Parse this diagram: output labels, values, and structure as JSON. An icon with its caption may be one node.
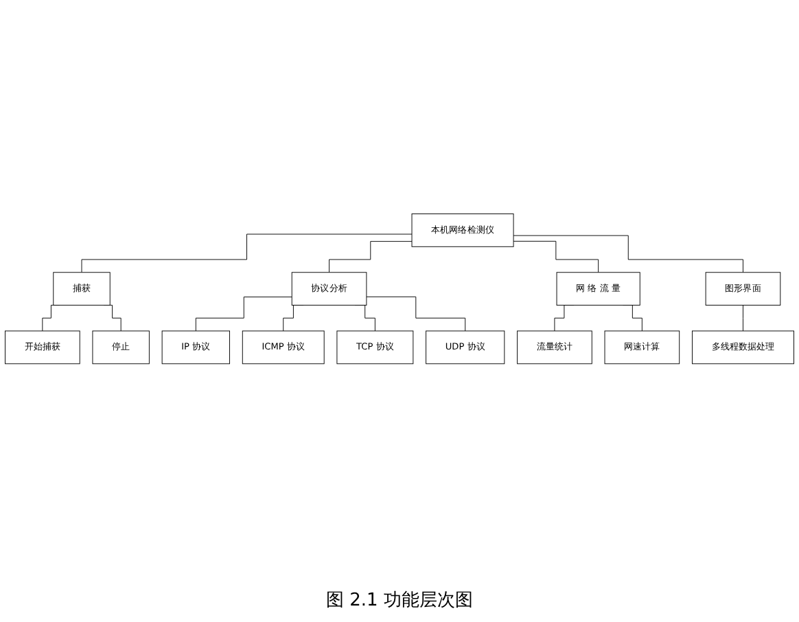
{
  "diagram": {
    "caption": "图 2.1 功能层次图",
    "nodes": [
      {
        "text": [
          "本机网络检测仪"
        ]
      },
      {
        "text": [
          "捕获"
        ]
      },
      {
        "text": [
          "协议分析"
        ]
      },
      {
        "text": [
          "网 络 流 量"
        ]
      },
      {
        "text": [
          "图形界面"
        ]
      },
      {
        "text": [
          "开始捕获"
        ]
      },
      {
        "text": [
          "停止"
        ]
      },
      {
        "text": [
          "流量统计"
        ]
      },
      {
        "text": [
          "网速计算"
        ]
      },
      {
        "text": [
          "多线程数据处理"
        ]
      },
      {
        "text": [
          "IP 协议"
        ]
      },
      {
        "text": [
          "ICMP 协议"
        ]
      },
      {
        "text": [
          "TCP 协议"
        ]
      },
      {
        "text": [
          "UDP 协议"
        ]
      }
    ],
    "edges": [
      {
        "from": 0,
        "to": 1,
        "arrow": "none"
      },
      {
        "from": 0,
        "to": 2,
        "arrow": "none"
      },
      {
        "from": 0,
        "to": 3,
        "arrow": "none"
      },
      {
        "from": 0,
        "to": 4,
        "arrow": "none"
      },
      {
        "from": 1,
        "to": 5,
        "arrow": "none"
      },
      {
        "from": 1,
        "to": 6,
        "arrow": "none"
      },
      {
        "from": 3,
        "to": 7,
        "arrow": "none"
      },
      {
        "from": 3,
        "to": 8,
        "arrow": "none"
      },
      {
        "from": 4,
        "to": 9,
        "arrow": "none"
      },
      {
        "from": 2,
        "to": 10,
        "arrow": "none"
      },
      {
        "from": 2,
        "to": 11,
        "arrow": "none"
      },
      {
        "from": 2,
        "to": 12,
        "arrow": "none"
      },
      {
        "from": 2,
        "to": 13,
        "arrow": "none"
      }
    ]
  }
}
